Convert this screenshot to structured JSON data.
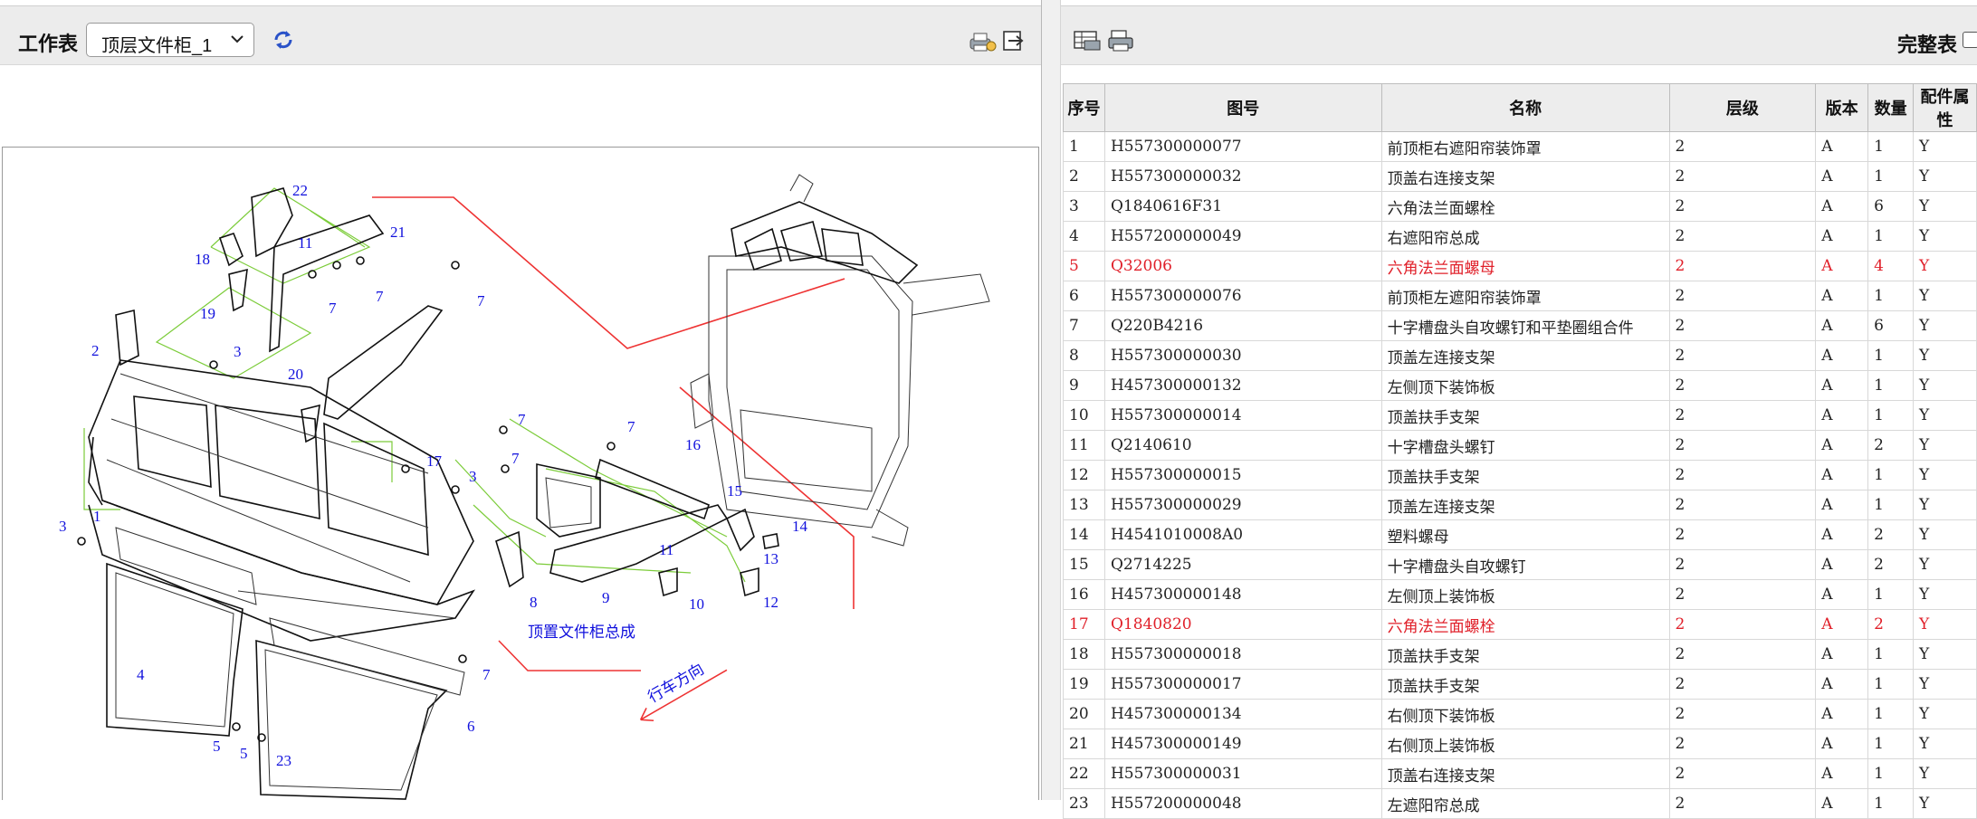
{
  "worksheet": {
    "label": "工作表",
    "selected": "顶层文件柜_1"
  },
  "complete_table": {
    "label": "完整表"
  },
  "drawing": {
    "assembly_label": "顶置文件柜总成",
    "direction_label": "行车方向",
    "callouts": {
      "c1": "1",
      "c2": "2",
      "c3a": "3",
      "c3b": "3",
      "c3c": "3",
      "c4": "4",
      "c5a": "5",
      "c5b": "5",
      "c6": "6",
      "c7a": "7",
      "c7b": "7",
      "c7c": "7",
      "c7d": "7",
      "c7e": "7",
      "c7f": "7",
      "c7g": "7",
      "c8": "8",
      "c9": "9",
      "c10": "10",
      "c11a": "11",
      "c11b": "11",
      "c12": "12",
      "c13": "13",
      "c14": "14",
      "c15": "15",
      "c16": "16",
      "c17": "17",
      "c18": "18",
      "c19": "19",
      "c20": "20",
      "c21": "21",
      "c22": "22",
      "c23": "23"
    }
  },
  "table": {
    "headers": {
      "seq": "序号",
      "drawing_no": "图号",
      "name": "名称",
      "level": "层级",
      "version": "版本",
      "qty": "数量",
      "attr": "配件属性"
    },
    "rows": [
      {
        "seq": "1",
        "drawing_no": "H557300000077",
        "name": "前顶柜右遮阳帘装饰罩",
        "level": "2",
        "version": "A",
        "qty": "1",
        "attr": "Y"
      },
      {
        "seq": "2",
        "drawing_no": "H557300000032",
        "name": "顶盖右连接支架",
        "level": "2",
        "version": "A",
        "qty": "1",
        "attr": "Y"
      },
      {
        "seq": "3",
        "drawing_no": "Q1840616F31",
        "name": "六角法兰面螺栓",
        "level": "2",
        "version": "A",
        "qty": "6",
        "attr": "Y"
      },
      {
        "seq": "4",
        "drawing_no": "H557200000049",
        "name": "右遮阳帘总成",
        "level": "2",
        "version": "A",
        "qty": "1",
        "attr": "Y"
      },
      {
        "seq": "5",
        "drawing_no": "Q32006",
        "name": "六角法兰面螺母",
        "level": "2",
        "version": "A",
        "qty": "4",
        "attr": "Y",
        "highlight": true
      },
      {
        "seq": "6",
        "drawing_no": "H557300000076",
        "name": "前顶柜左遮阳帘装饰罩",
        "level": "2",
        "version": "A",
        "qty": "1",
        "attr": "Y"
      },
      {
        "seq": "7",
        "drawing_no": "Q220B4216",
        "name": "十字槽盘头自攻螺钉和平垫圈组合件",
        "level": "2",
        "version": "A",
        "qty": "6",
        "attr": "Y"
      },
      {
        "seq": "8",
        "drawing_no": "H557300000030",
        "name": "顶盖左连接支架",
        "level": "2",
        "version": "A",
        "qty": "1",
        "attr": "Y"
      },
      {
        "seq": "9",
        "drawing_no": "H457300000132",
        "name": "左侧顶下装饰板",
        "level": "2",
        "version": "A",
        "qty": "1",
        "attr": "Y"
      },
      {
        "seq": "10",
        "drawing_no": "H557300000014",
        "name": "顶盖扶手支架",
        "level": "2",
        "version": "A",
        "qty": "1",
        "attr": "Y"
      },
      {
        "seq": "11",
        "drawing_no": "Q2140610",
        "name": "十字槽盘头螺钉",
        "level": "2",
        "version": "A",
        "qty": "2",
        "attr": "Y"
      },
      {
        "seq": "12",
        "drawing_no": "H557300000015",
        "name": "顶盖扶手支架",
        "level": "2",
        "version": "A",
        "qty": "1",
        "attr": "Y"
      },
      {
        "seq": "13",
        "drawing_no": "H557300000029",
        "name": "顶盖左连接支架",
        "level": "2",
        "version": "A",
        "qty": "1",
        "attr": "Y"
      },
      {
        "seq": "14",
        "drawing_no": "H4541010008A0",
        "name": "塑料螺母",
        "level": "2",
        "version": "A",
        "qty": "2",
        "attr": "Y"
      },
      {
        "seq": "15",
        "drawing_no": "Q2714225",
        "name": "十字槽盘头自攻螺钉",
        "level": "2",
        "version": "A",
        "qty": "2",
        "attr": "Y"
      },
      {
        "seq": "16",
        "drawing_no": "H457300000148",
        "name": "左侧顶上装饰板",
        "level": "2",
        "version": "A",
        "qty": "1",
        "attr": "Y"
      },
      {
        "seq": "17",
        "drawing_no": "Q1840820",
        "name": "六角法兰面螺栓",
        "level": "2",
        "version": "A",
        "qty": "2",
        "attr": "Y",
        "highlight": true
      },
      {
        "seq": "18",
        "drawing_no": "H557300000018",
        "name": "顶盖扶手支架",
        "level": "2",
        "version": "A",
        "qty": "1",
        "attr": "Y"
      },
      {
        "seq": "19",
        "drawing_no": "H557300000017",
        "name": "顶盖扶手支架",
        "level": "2",
        "version": "A",
        "qty": "1",
        "attr": "Y"
      },
      {
        "seq": "20",
        "drawing_no": "H457300000134",
        "name": "右侧顶下装饰板",
        "level": "2",
        "version": "A",
        "qty": "1",
        "attr": "Y"
      },
      {
        "seq": "21",
        "drawing_no": "H457300000149",
        "name": "右侧顶上装饰板",
        "level": "2",
        "version": "A",
        "qty": "1",
        "attr": "Y"
      },
      {
        "seq": "22",
        "drawing_no": "H557300000031",
        "name": "顶盖右连接支架",
        "level": "2",
        "version": "A",
        "qty": "1",
        "attr": "Y"
      },
      {
        "seq": "23",
        "drawing_no": "H557200000048",
        "name": "左遮阳帘总成",
        "level": "2",
        "version": "A",
        "qty": "1",
        "attr": "Y"
      }
    ]
  },
  "colors": {
    "highlight_text": "#e0202a",
    "callout_text": "#1010dd",
    "leader_green": "#7ccc3a",
    "guide_red": "#e33333"
  },
  "icons": [
    "chevron-down-icon",
    "refresh-icon",
    "print-icon",
    "export-icon",
    "print-table-icon",
    "print-preview-icon"
  ]
}
